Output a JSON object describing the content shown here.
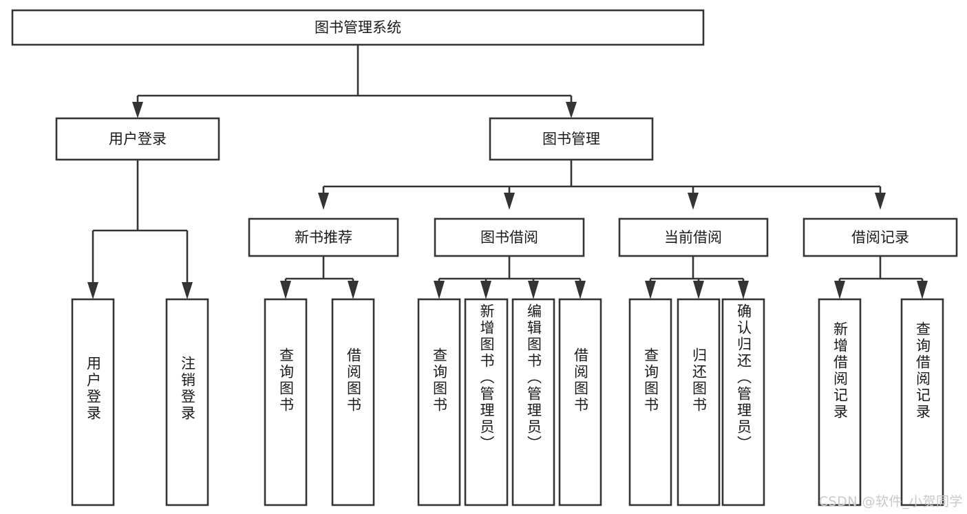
{
  "diagram": {
    "type": "tree",
    "title": "图书管理系统",
    "orientation": "top-down",
    "colors": {
      "box_stroke": "#343434",
      "box_fill": "#ffffff",
      "text": "#1a1a1a",
      "background": "#ffffff",
      "watermark": "#c9c9c9"
    },
    "root": {
      "label": "图书管理系统"
    },
    "level2": [
      {
        "label": "用户登录"
      },
      {
        "label": "图书管理"
      }
    ],
    "level3": [
      {
        "label": "新书推荐"
      },
      {
        "label": "图书借阅"
      },
      {
        "label": "当前借阅"
      },
      {
        "label": "借阅记录"
      }
    ],
    "leaves": {
      "user_login": [
        {
          "label": "用户登录"
        },
        {
          "label": "注销登录"
        }
      ],
      "new_book_recommend": [
        {
          "label": "查询图书"
        },
        {
          "label": "借阅图书"
        }
      ],
      "book_borrow": [
        {
          "label": "查询图书"
        },
        {
          "label": "新增图书（管理员）"
        },
        {
          "label": "编辑图书（管理员）"
        },
        {
          "label": "借阅图书"
        }
      ],
      "current_borrow": [
        {
          "label": "查询图书"
        },
        {
          "label": "归还图书"
        },
        {
          "label": "确认归还（管理员）"
        }
      ],
      "borrow_record": [
        {
          "label": "新增借阅记录"
        },
        {
          "label": "查询借阅记录"
        }
      ]
    }
  },
  "watermark": {
    "text": "CSDN @软件_小贺同学"
  }
}
